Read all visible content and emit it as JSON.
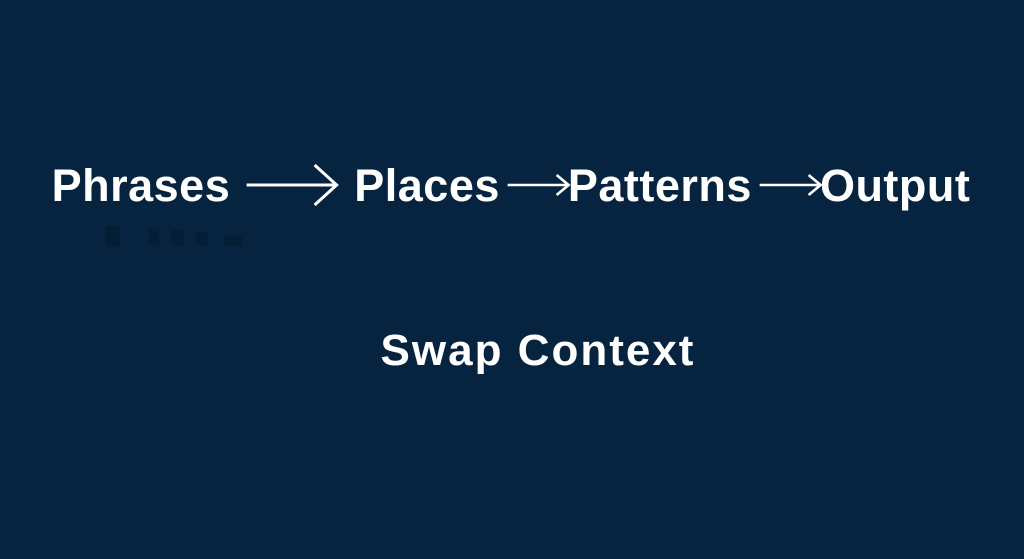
{
  "theme": {
    "background_color": "#062440",
    "text_color": "#ffffff"
  },
  "flow": {
    "steps": [
      {
        "label": "Phrases"
      },
      {
        "label": "Places"
      },
      {
        "label": "Patterns"
      },
      {
        "label": "Output"
      }
    ],
    "arrow_icon": "right-arrow"
  },
  "title": {
    "label": "Swap Context"
  }
}
